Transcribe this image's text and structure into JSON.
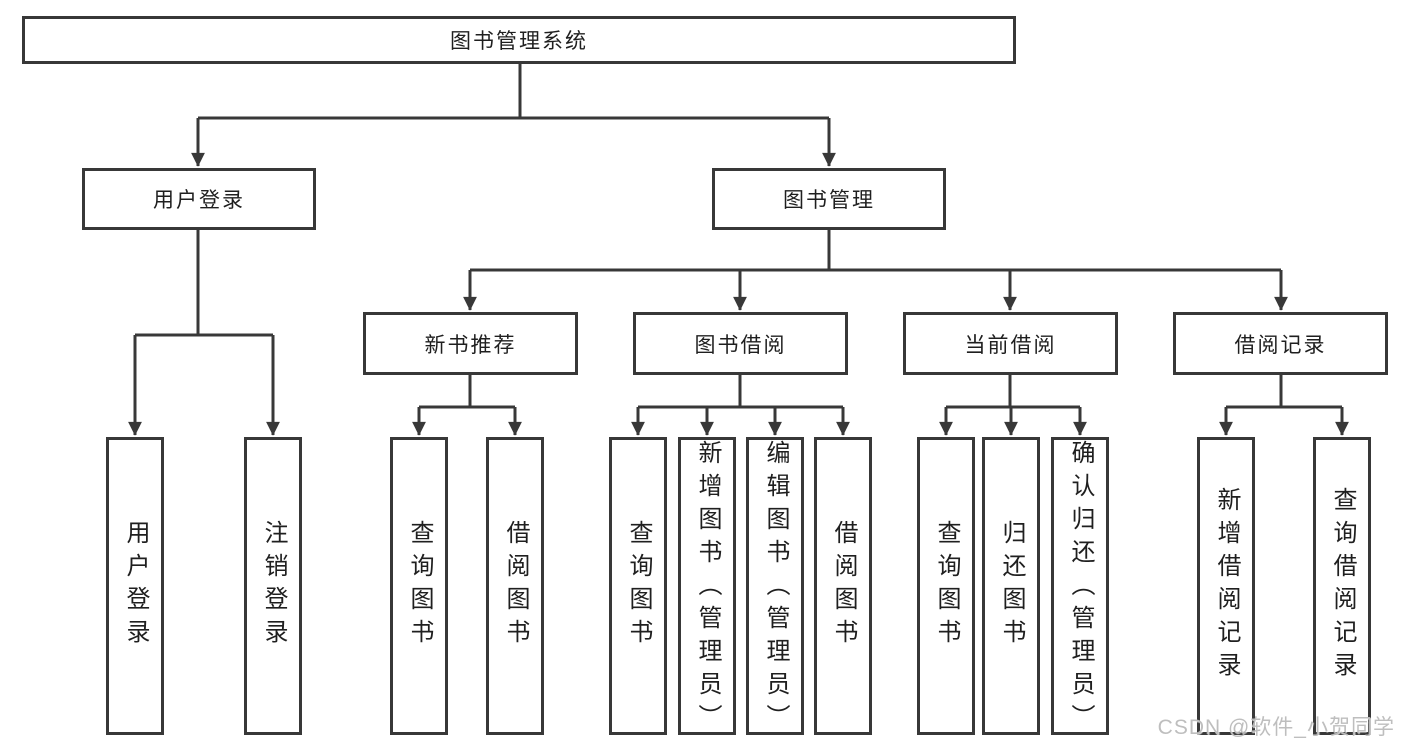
{
  "diagram": {
    "root": {
      "label": "图书管理系统"
    },
    "level2": [
      {
        "label": "用户登录"
      },
      {
        "label": "图书管理"
      }
    ],
    "level3": [
      {
        "label": "新书推荐"
      },
      {
        "label": "图书借阅"
      },
      {
        "label": "当前借阅"
      },
      {
        "label": "借阅记录"
      }
    ],
    "leaves": {
      "userLogin": [
        {
          "label": "用户登录"
        },
        {
          "label": "注销登录"
        }
      ],
      "newBookRecommend": [
        {
          "label": "查询图书"
        },
        {
          "label": "借阅图书"
        }
      ],
      "bookBorrow": [
        {
          "label": "查询图书"
        },
        {
          "label": "新增图书（管理员）"
        },
        {
          "label": "编辑图书（管理员）"
        },
        {
          "label": "借阅图书"
        }
      ],
      "currentBorrow": [
        {
          "label": "查询图书"
        },
        {
          "label": "归还图书"
        },
        {
          "label": "确认归还（管理员）"
        }
      ],
      "borrowRecords": [
        {
          "label": "新增借阅记录"
        },
        {
          "label": "查询借阅记录"
        }
      ]
    }
  },
  "watermark": {
    "text": "CSDN @软件_小贺同学"
  },
  "colors": {
    "line": "#383838",
    "text": "#1f1f1f",
    "box_background": "#ffffff",
    "background": "#ffffff",
    "watermark": "#bababa"
  }
}
